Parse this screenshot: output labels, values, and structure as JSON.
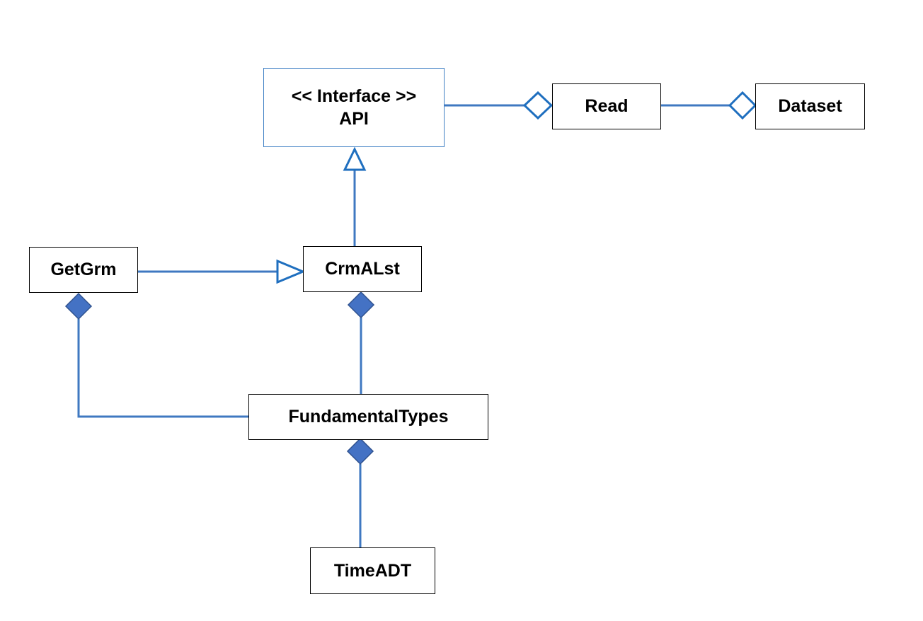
{
  "colors": {
    "connector": "#3f78c1",
    "interface_border": "#3f7fc4",
    "open_marker": "#1f6fbf",
    "filled_diamond": "#4472c4",
    "filled_diamond_stroke": "#2f528f",
    "box_border": "#000000"
  },
  "classes": {
    "api": {
      "stereotype": "<< Interface >>",
      "name": "API"
    },
    "read": {
      "name": "Read"
    },
    "dataset": {
      "name": "Dataset"
    },
    "crmalst": {
      "name": "CrmALst"
    },
    "getgrm": {
      "name": "GetGrm"
    },
    "fundamental_types": {
      "name": "FundamentalTypes"
    },
    "timeadt": {
      "name": "TimeADT"
    }
  },
  "relationships": [
    {
      "kind": "aggregation",
      "whole": "Read",
      "part": "API"
    },
    {
      "kind": "aggregation",
      "whole": "Dataset",
      "part": "Read"
    },
    {
      "kind": "realization",
      "from": "CrmALst",
      "to": "API"
    },
    {
      "kind": "generalization",
      "from": "GetGrm",
      "to": "CrmALst"
    },
    {
      "kind": "composition",
      "whole": "CrmALst",
      "part": "FundamentalTypes"
    },
    {
      "kind": "composition",
      "whole": "GetGrm",
      "part": "FundamentalTypes"
    },
    {
      "kind": "composition",
      "whole": "FundamentalTypes",
      "part": "TimeADT"
    }
  ]
}
